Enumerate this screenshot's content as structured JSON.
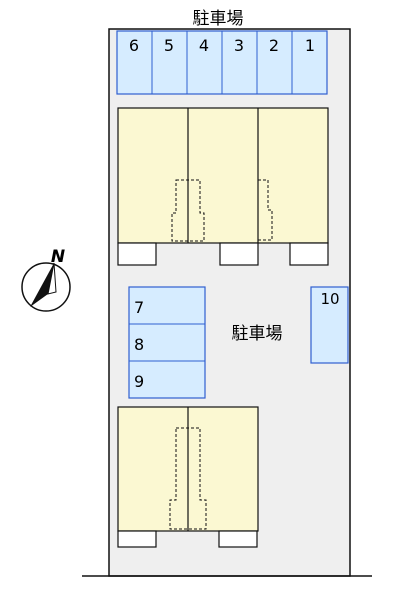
{
  "top_parking_label": "駐車場",
  "center_parking_label": "駐車場",
  "compass_letter": "N",
  "top_spaces": [
    "6",
    "5",
    "4",
    "3",
    "2",
    "1"
  ],
  "left_spaces": [
    "7",
    "8",
    "9"
  ],
  "right_space": "10",
  "colors": {
    "parking_fill": "#d6ecff",
    "parking_stroke": "#2f5fd0",
    "unit_fill": "#fbf8d2",
    "lot_fill": "#efefef",
    "outline": "#111111"
  }
}
